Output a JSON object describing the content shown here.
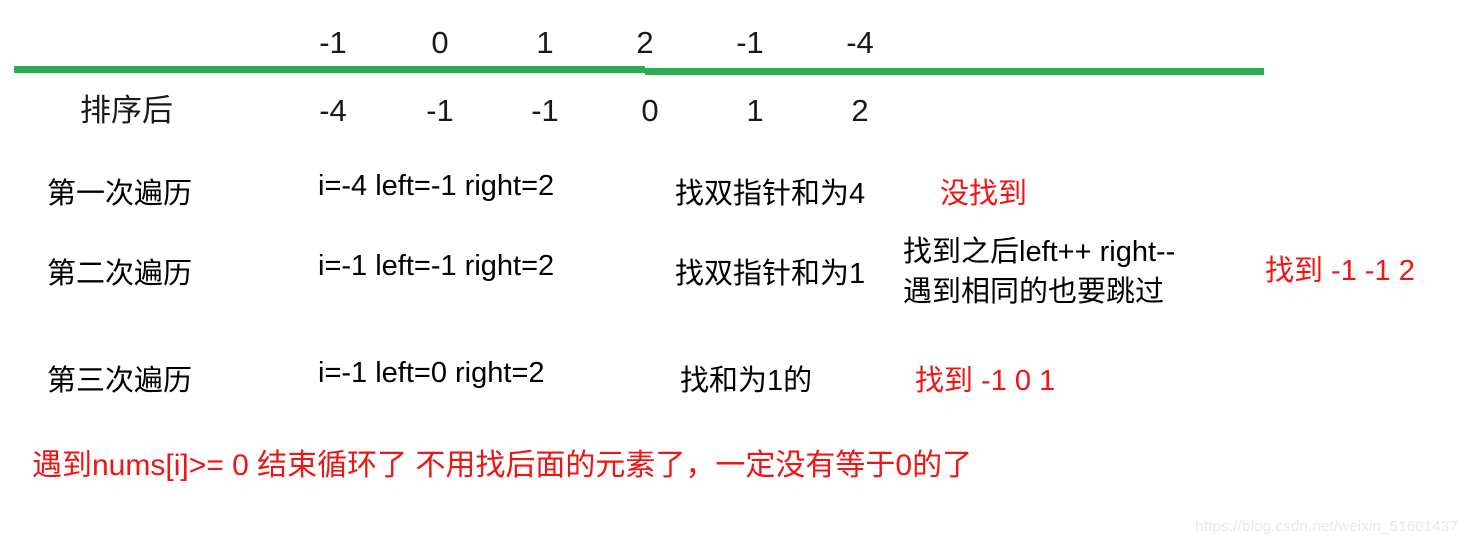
{
  "diagram": {
    "title": "3Sum two-pointer walkthrough",
    "colors": {
      "rule_green": "#2bae50",
      "highlight_red": "#f01414",
      "text_black": "#1a1a1a",
      "watermark_gray": "#e9e9e9"
    },
    "original_array": {
      "values": [
        "-1",
        "0",
        "1",
        "2",
        "-1",
        "-4"
      ]
    },
    "sorted_array": {
      "label": "排序后",
      "values": [
        "-4",
        "-1",
        "-1",
        "0",
        "1",
        "2"
      ]
    },
    "passes": [
      {
        "label": "第一次遍历",
        "state": "i=-4  left=-1  right=2",
        "note": "找双指针和为4",
        "result": "没找到"
      },
      {
        "label": "第二次遍历",
        "state": "i=-1  left=-1  right=2",
        "note": "找双指针和为1",
        "detail_line1": "找到之后left++ right--",
        "detail_line2": "遇到相同的也要跳过",
        "result": "找到 -1 -1 2"
      },
      {
        "label": "第三次遍历",
        "state": "i=-1  left=0  right=2",
        "note": "找和为1的",
        "result": "找到 -1 0 1"
      }
    ],
    "conclusion": "遇到nums[i]>= 0 结束循环了 不用找后面的元素了，一定没有等于0的了",
    "watermark": "https://blog.csdn.net/weixin_51601437"
  }
}
